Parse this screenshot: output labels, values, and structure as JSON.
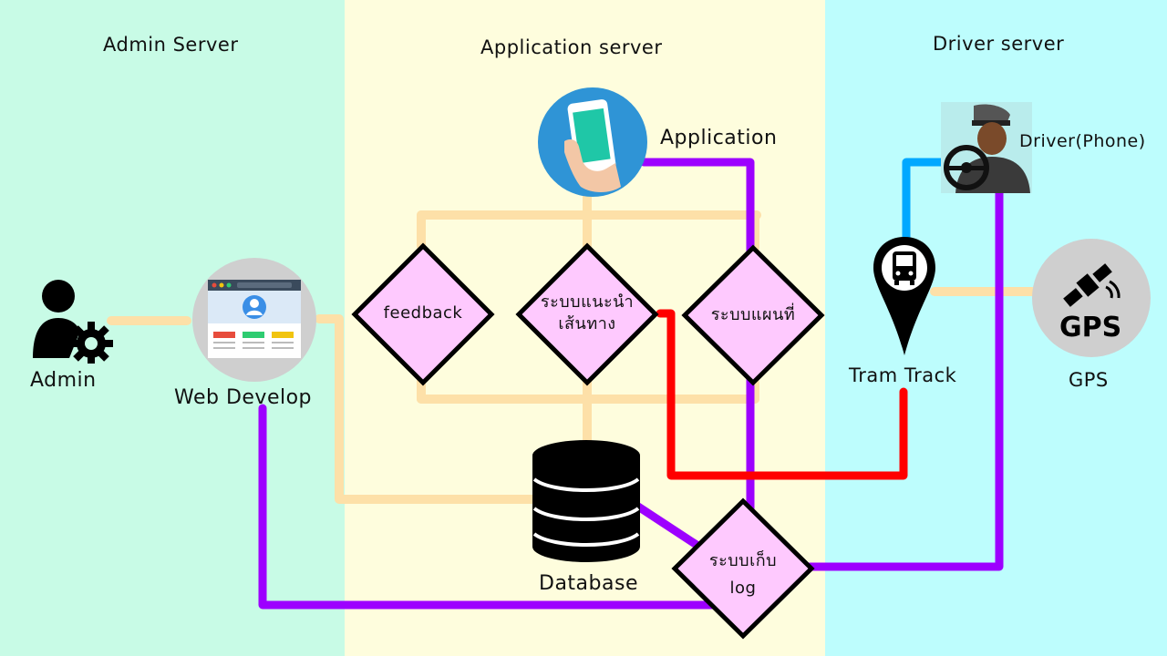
{
  "zones": {
    "admin": "Admin Server",
    "application": "Application server",
    "driver": "Driver server"
  },
  "nodes": {
    "admin": "Admin",
    "web_develop": "Web Develop",
    "application": "Application",
    "database": "Database",
    "driver_phone": "Driver(Phone)",
    "tram_track": "Tram Track",
    "gps": "GPS",
    "gps_icon_text": "GPS"
  },
  "modules": {
    "feedback": "feedback",
    "route_line1": "ระบบแนะนำ",
    "route_line2": "เส้นทาง",
    "map": "ระบบแผนที่",
    "log_line1": "ระบบเก็บ",
    "log_line2": "log"
  },
  "colors": {
    "admin_bg": "#c8fbe6",
    "app_bg": "#fefddd",
    "driver_bg": "#bdfdfd",
    "beige_link": "#fde0a8",
    "purple_link": "#9d00ff",
    "red_link": "#ff0000",
    "blue_link": "#00a8ff",
    "diamond_fill": "#fec9fe"
  }
}
